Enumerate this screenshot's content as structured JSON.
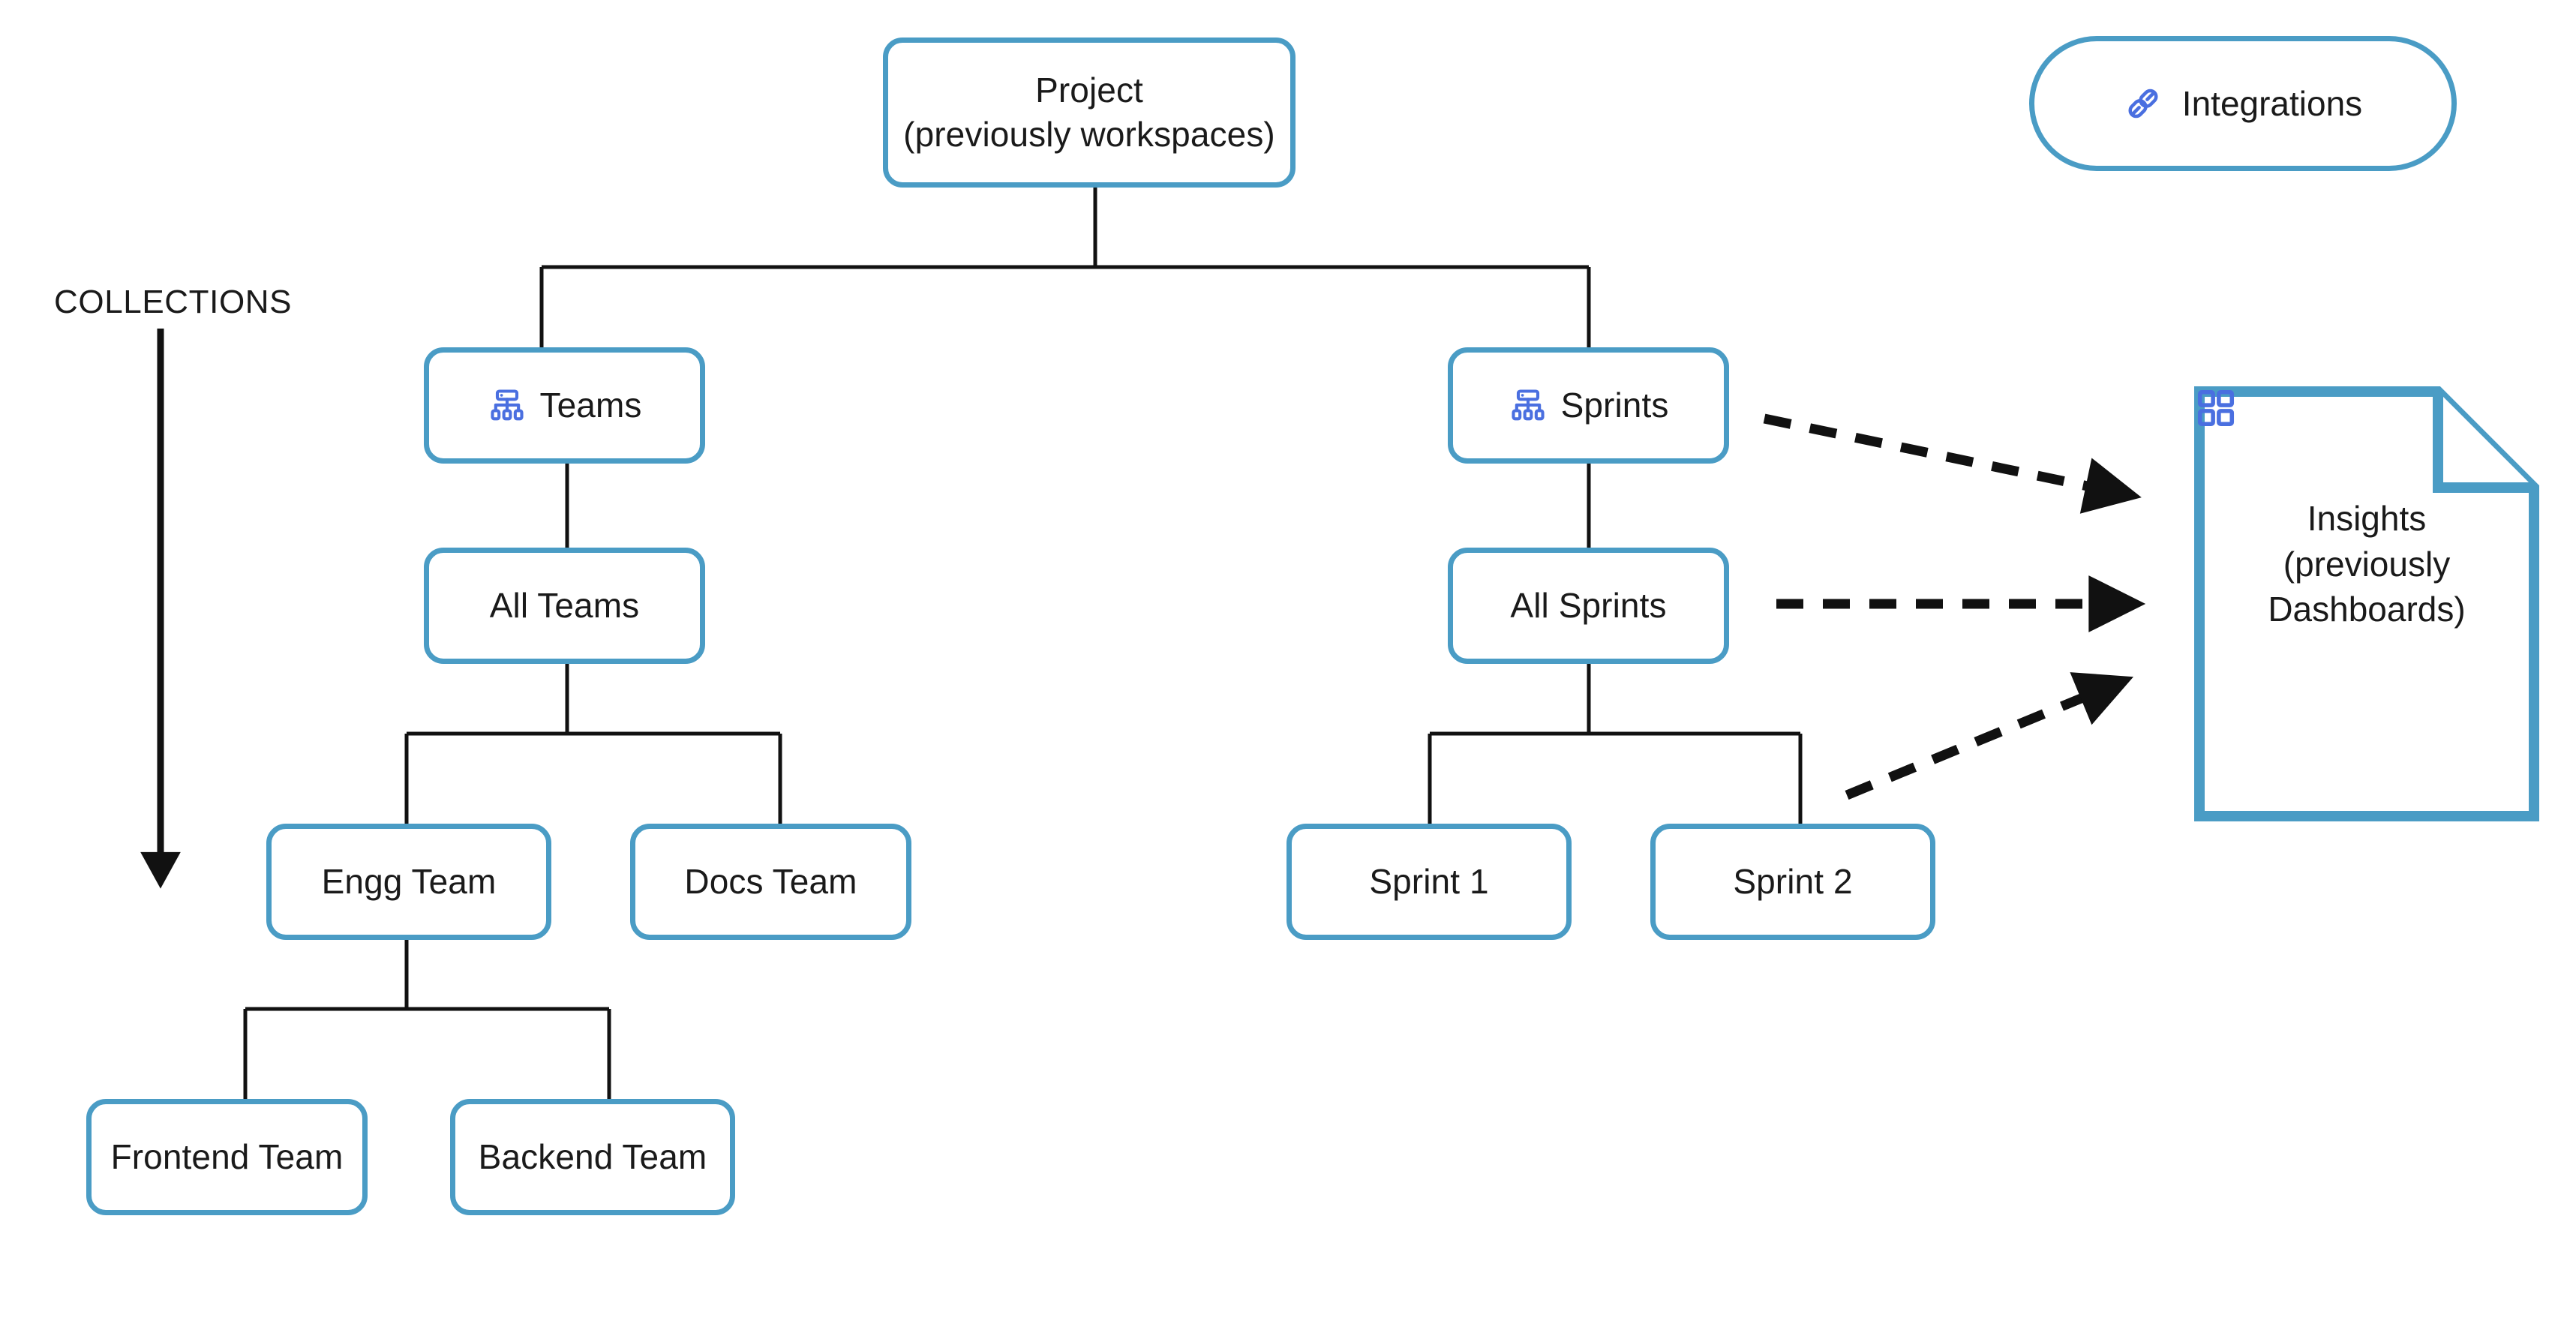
{
  "diagram": {
    "title_caption": "COLLECTIONS",
    "colors": {
      "node_border": "#4a9cc5",
      "icon_blue": "#4a6fe0",
      "connector": "#111111",
      "text": "#1a1a1a",
      "background": "#ffffff"
    }
  },
  "nodes": {
    "project": {
      "label": "Project\n(previously workspaces)",
      "shape": "rounded-rect"
    },
    "integrations": {
      "label": "Integrations",
      "icon": "plug-connector-icon",
      "shape": "pill"
    },
    "teams": {
      "label": "Teams",
      "icon": "hierarchy-icon",
      "shape": "rounded-rect"
    },
    "sprints": {
      "label": "Sprints",
      "icon": "hierarchy-icon",
      "shape": "rounded-rect"
    },
    "all_teams": {
      "label": "All Teams",
      "shape": "rounded-rect"
    },
    "all_sprints": {
      "label": "All Sprints",
      "shape": "rounded-rect"
    },
    "engg_team": {
      "label": "Engg Team",
      "shape": "rounded-rect"
    },
    "docs_team": {
      "label": "Docs Team",
      "shape": "rounded-rect"
    },
    "sprint_1": {
      "label": "Sprint 1",
      "shape": "rounded-rect"
    },
    "sprint_2": {
      "label": "Sprint 2",
      "shape": "rounded-rect"
    },
    "frontend_team": {
      "label": "Frontend Team",
      "shape": "rounded-rect"
    },
    "backend_team": {
      "label": "Backend Team",
      "shape": "rounded-rect"
    },
    "insights": {
      "label": "Insights\n(previously\nDashboards)",
      "icon": "dashboard-grid-icon",
      "shape": "document-folded-corner"
    }
  },
  "connections": {
    "solid": [
      {
        "from": "project",
        "to": "teams"
      },
      {
        "from": "project",
        "to": "sprints"
      },
      {
        "from": "teams",
        "to": "all_teams"
      },
      {
        "from": "all_teams",
        "to": "engg_team"
      },
      {
        "from": "all_teams",
        "to": "docs_team"
      },
      {
        "from": "engg_team",
        "to": "frontend_team"
      },
      {
        "from": "engg_team",
        "to": "backend_team"
      },
      {
        "from": "sprints",
        "to": "all_sprints"
      },
      {
        "from": "all_sprints",
        "to": "sprint_1"
      },
      {
        "from": "all_sprints",
        "to": "sprint_2"
      }
    ],
    "dashed_arrows": [
      {
        "from": "sprints",
        "to": "insights"
      },
      {
        "from": "all_sprints",
        "to": "insights"
      },
      {
        "from": "sprint_2",
        "to": "insights"
      }
    ],
    "collections_arrow": {
      "label": "COLLECTIONS",
      "direction": "down"
    }
  }
}
